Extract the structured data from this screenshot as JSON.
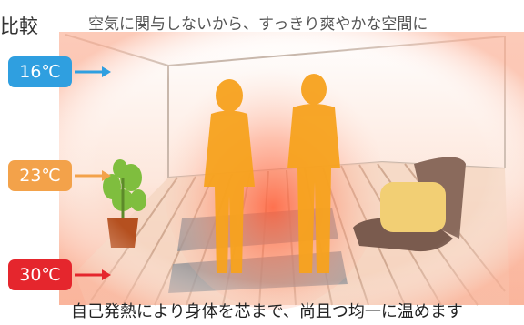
{
  "title": "比較",
  "caption": "空気に関与しないから、すっきり爽やかな空間に",
  "bottom_text": "自己発熱により身体を芯まで、尚且つ均一に温めます",
  "temperatures": [
    {
      "label": "16℃",
      "color": "#2f9fe0"
    },
    {
      "label": "23℃",
      "color": "#f3a24a"
    },
    {
      "label": "30℃",
      "color": "#e5262d"
    }
  ]
}
